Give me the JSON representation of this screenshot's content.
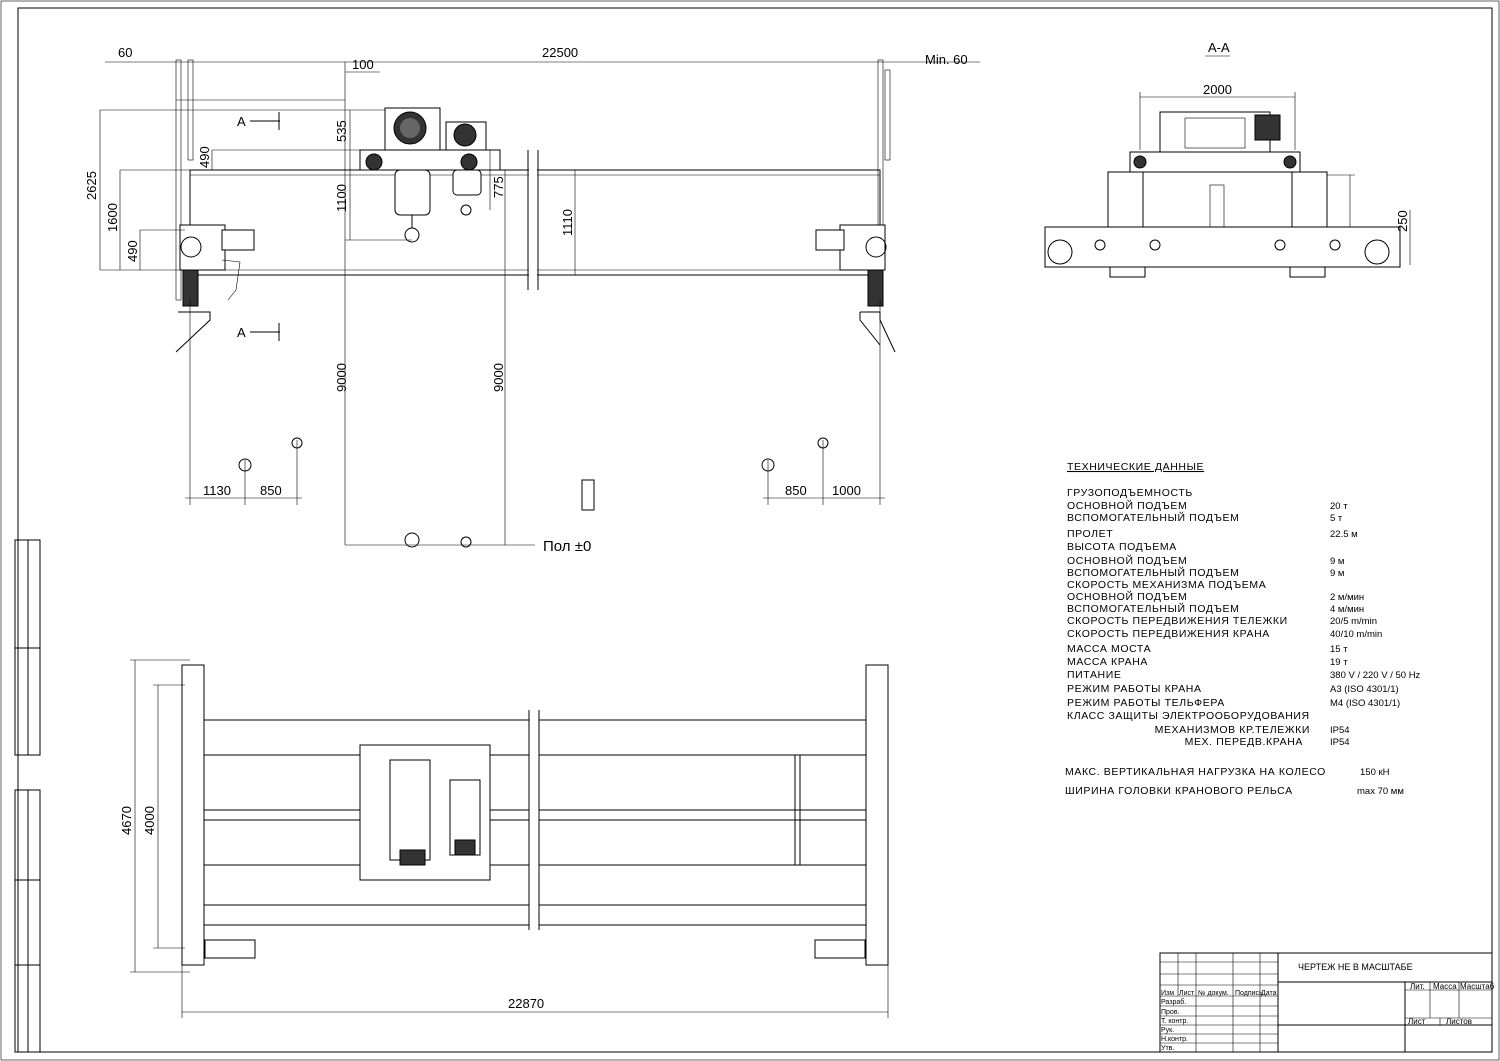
{
  "elevation": {
    "section_mark": "A",
    "dims": {
      "left_gap": "60",
      "span": "22500",
      "offset": "100",
      "right_gap": "Min. 60",
      "d535": "535",
      "d490_top": "490",
      "d2625": "2625",
      "d1600": "1600",
      "d490_bottom": "490",
      "d1100": "1100",
      "d775": "775",
      "d1110": "1110",
      "d9000_left": "9000",
      "d9000_right": "9000",
      "d1130": "1130",
      "d850_left": "850",
      "d850_right": "850",
      "d1000": "1000"
    },
    "floor_label": "Пол ±0"
  },
  "section": {
    "title": "A-A",
    "width_dim": "2000",
    "height_dim": "250"
  },
  "plan": {
    "d4670": "4670",
    "d4000": "4000",
    "d22870": "22870"
  },
  "tech_data": {
    "title": "ТЕХНИЧЕСКИЕ ДАННЫЕ",
    "rows": [
      {
        "label": "ГРУЗОПОДЪЕМНОСТЬ",
        "value": ""
      },
      {
        "label": "ОСНОВНОЙ ПОДЪЕМ",
        "value": "20 т"
      },
      {
        "label": "ВСПОМОГАТЕЛЬНЫЙ ПОДЪЕМ",
        "value": "5 т"
      },
      {
        "label": "ПРОЛЕТ",
        "value": "22.5 м"
      },
      {
        "label": "ВЫСОТА ПОДЪЕМА",
        "value": ""
      },
      {
        "label": "ОСНОВНОЙ ПОДЪЕМ",
        "value": "9 м"
      },
      {
        "label": "ВСПОМОГАТЕЛЬНЫЙ ПОДЪЕМ",
        "value": "9 м"
      },
      {
        "label": "СКОРОСТЬ МЕХАНИЗМА ПОДЪЕМА",
        "value": ""
      },
      {
        "label": "ОСНОВНОЙ ПОДЪЕМ",
        "value": "2 м/мин"
      },
      {
        "label": "ВСПОМОГАТЕЛЬНЫЙ ПОДЪЕМ",
        "value": "4 м/мин"
      },
      {
        "label": "СКОРОСТЬ ПЕРЕДВИЖЕНИЯ ТЕЛЕЖКИ",
        "value": "20/5 m/min"
      },
      {
        "label": "СКОРОСТЬ ПЕРЕДВИЖЕНИЯ КРАНА",
        "value": "40/10 m/min"
      },
      {
        "label": "МАССА МОСТА",
        "value": "15 т"
      },
      {
        "label": "МАССА КРАНА",
        "value": "19 т"
      },
      {
        "label": "ПИТАНИЕ",
        "value": "380 V / 220 V / 50 Hz"
      },
      {
        "label": "РЕЖИМ РАБОТЫ КРАНА",
        "value": "A3 (ISO 4301/1)"
      },
      {
        "label": "РЕЖИМ РАБОТЫ ТЕЛЬФЕРА",
        "value": "M4 (ISO 4301/1)"
      },
      {
        "label": "КЛАСС ЗАЩИТЫ ЭЛЕКТРООБОРУДОВАНИЯ",
        "value": ""
      },
      {
        "label": "МЕХАНИЗМОВ КР.ТЕЛЕЖКИ",
        "value": "IP54"
      },
      {
        "label": "МЕХ. ПЕРЕДВ.КРАНА",
        "value": "IP54"
      }
    ],
    "wheel_load_label": "МАКС. ВЕРТИКАЛЬНАЯ НАГРУЗКА НА КОЛЕСО",
    "wheel_load_value": "150 кН",
    "rail_width_label": "ШИРИНА ГОЛОВКИ КРАНОВОГО РЕЛЬСА",
    "rail_width_value": "max 70 мм"
  },
  "title_block": {
    "note": "ЧЕРТЕЖ НЕ В МАСШТАБЕ",
    "columns": [
      "Изм",
      "Лист",
      "№ докум.",
      "Подпись",
      "Дата"
    ],
    "roles": [
      "Разраб.",
      "Пров.",
      "Т. контр.",
      "Рук.",
      "Н.контр.",
      "Утв."
    ],
    "lit": "Лит.",
    "mass": "Масса",
    "scale": "Масштаб",
    "sheet": "Лист",
    "sheets": "Листов"
  }
}
